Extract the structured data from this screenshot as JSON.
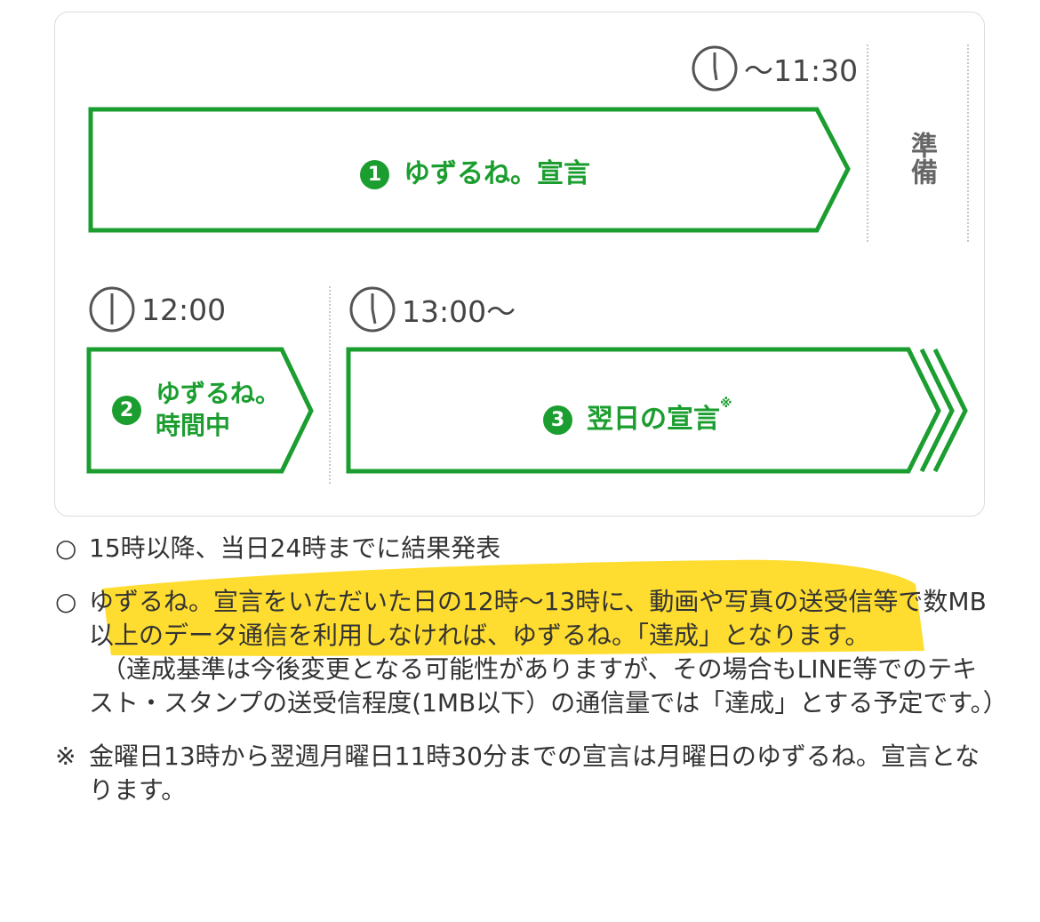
{
  "schedule": {
    "step1": {
      "time": "〜11:30",
      "num": "1",
      "label": "ゆずるね。宣言"
    },
    "prep": "準備",
    "step2": {
      "time": "12:00",
      "num": "2",
      "label_line1": "ゆずるね。",
      "label_line2": "時間中"
    },
    "step3": {
      "time": "13:00〜",
      "num": "3",
      "label": "翌日の宣言",
      "mark": "※"
    }
  },
  "notes": {
    "bullet": "○",
    "note1": "15時以降、当日24時までに結果発表",
    "note2": "ゆずるね。宣言をいただいた日の12時〜13時に、動画や写真の送受信等で数MB以上のデータ通信を利用しなければ、ゆずるね。「達成」となります。",
    "note2_sub": "（達成基準は今後変更となる可能性がありますが、その場合もLINE等でのテキスト・スタンプの送受信程度(1MB以下）の通信量では「達成」とする予定です。）",
    "footnote_mark": "※",
    "footnote": "金曜日13時から翌週月曜日11時30分までの宣言は月曜日のゆずるね。宣言となります。"
  },
  "colors": {
    "green": "#1b9e2f",
    "highlight": "#ffd91a"
  }
}
